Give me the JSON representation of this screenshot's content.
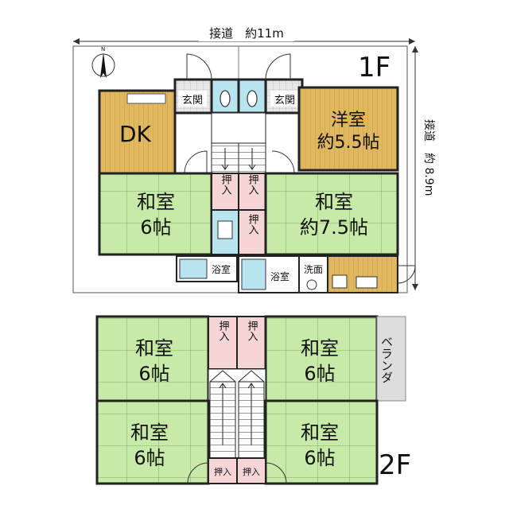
{
  "dimensions": {
    "road_top": "接道　約11m",
    "road_right": "接道　約 8.9m"
  },
  "floor_labels": {
    "first": "1F",
    "second": "2F"
  },
  "first_floor": {
    "genkan_left": "玄関",
    "genkan_right": "玄関",
    "dk": "DK",
    "yoshitsu": {
      "name": "洋室",
      "size": "約5.5帖"
    },
    "washitsu_left": {
      "name": "和室",
      "size": "6帖"
    },
    "washitsu_right": {
      "name": "和室",
      "size": "約7.5帖"
    },
    "oshiire_1": "押入",
    "oshiire_2": "押入",
    "oshiire_3": "押入",
    "bath_left": "浴室",
    "bath_right": "浴室",
    "senmen": "洗面"
  },
  "second_floor": {
    "room_tl": {
      "name": "和室",
      "size": "6帖"
    },
    "room_tr": {
      "name": "和室",
      "size": "6帖"
    },
    "room_bl": {
      "name": "和室",
      "size": "6帖"
    },
    "room_br": {
      "name": "和室",
      "size": "6帖"
    },
    "oshiire_top_l": "押入",
    "oshiire_top_r": "押入",
    "oshiire_bot_l": "押入",
    "oshiire_bot_r": "押入",
    "veranda": "ベランダ"
  },
  "colors": {
    "tatami": "#c8eaa8",
    "wood": "#e0b860",
    "closet": "#f5d5d5",
    "wet": "#b8e4f0",
    "veranda": "#dddddd",
    "wall": "#222222"
  }
}
